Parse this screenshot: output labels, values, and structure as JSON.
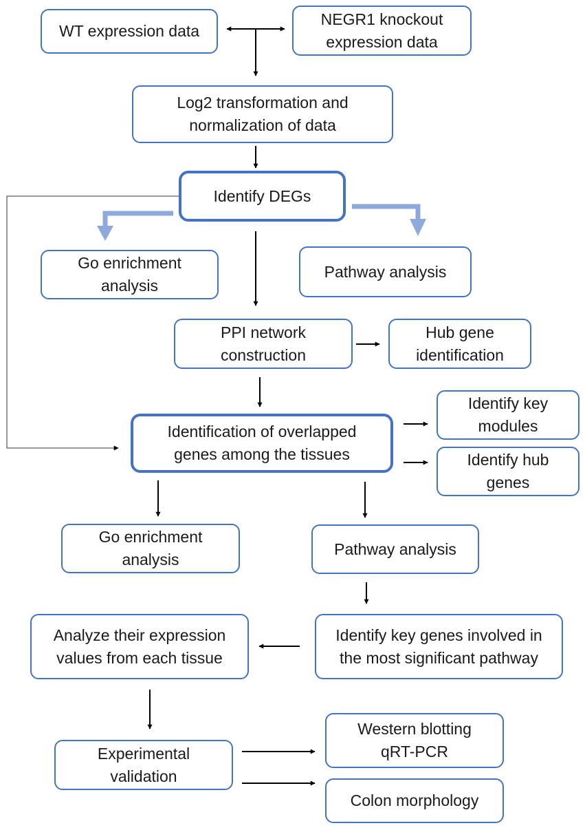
{
  "nodes": {
    "wt": "WT expression data",
    "negr1": "NEGR1 knockout\nexpression data",
    "log2": "Log2 transformation and\nnormalization of data",
    "degs": "Identify DEGs",
    "go1": "Go enrichment\nanalysis",
    "path1": "Pathway analysis",
    "ppi": "PPI network\nconstruction",
    "hub1": "Hub gene\nidentification",
    "overlap": "Identification of overlapped\ngenes among the tissues",
    "keymod": "Identify key\nmodules",
    "hub2": "Identify hub\ngenes",
    "go2": "Go enrichment\nanalysis",
    "path2": "Pathway analysis",
    "keygenes": "Identify key genes involved in\nthe most significant pathway",
    "analyze": "Analyze their expression\nvalues from each tissue",
    "exp": "Experimental\nvalidation",
    "western": "Western blotting\nqRT-PCR",
    "colon": "Colon morphology"
  },
  "colors": {
    "box_border": "#4472C4",
    "thick_arrow": "#8EA9DB",
    "arrow": "#000000"
  }
}
